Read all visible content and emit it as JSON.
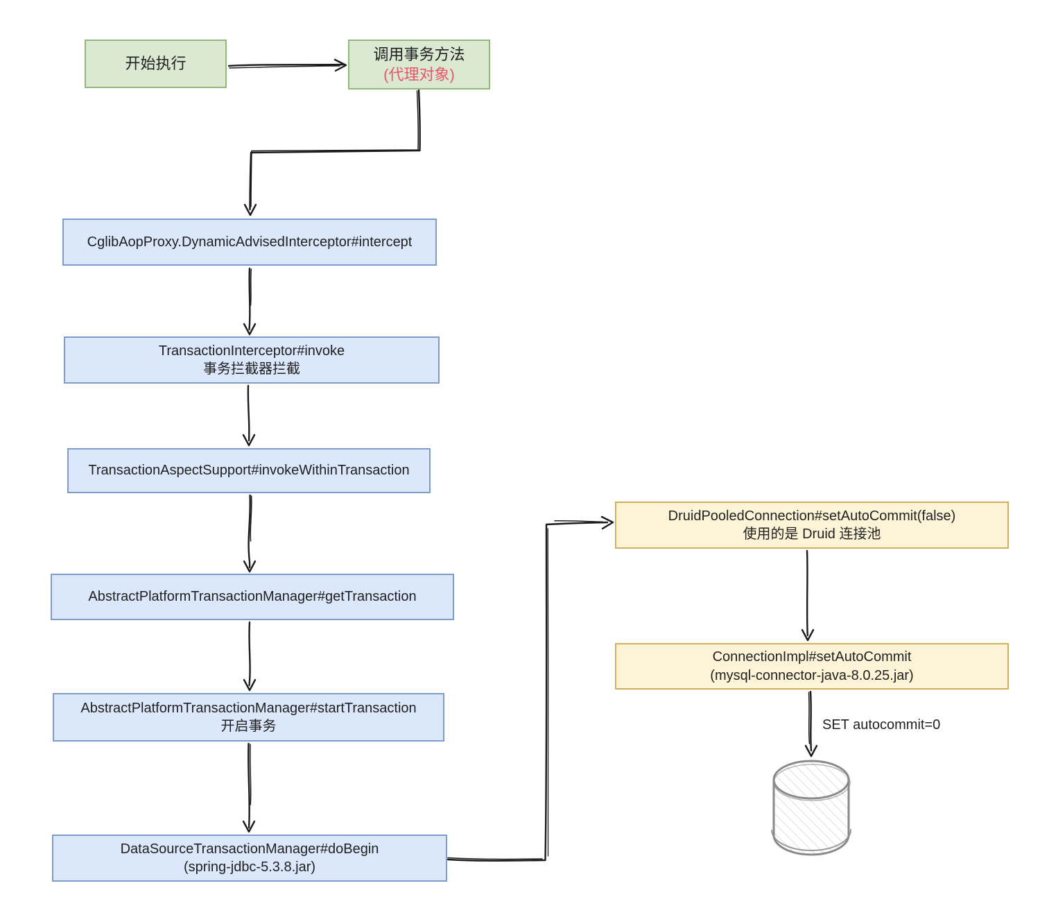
{
  "nodes": {
    "start": {
      "label": "开始执行"
    },
    "call_method": {
      "label": "调用事务方法",
      "sublabel": "(代理对象)"
    },
    "cglib_intercept": {
      "label": "CglibAopProxy.DynamicAdvisedInterceptor#intercept"
    },
    "tx_interceptor_invoke": {
      "label": "TransactionInterceptor#invoke",
      "sublabel": "事务拦截器拦截"
    },
    "invoke_within_tx": {
      "label": "TransactionAspectSupport#invokeWithinTransaction"
    },
    "get_transaction": {
      "label": "AbstractPlatformTransactionManager#getTransaction"
    },
    "start_transaction": {
      "label": "AbstractPlatformTransactionManager#startTransaction",
      "sublabel": "开启事务"
    },
    "do_begin": {
      "label": "DataSourceTransactionManager#doBegin",
      "sublabel": "(spring-jdbc-5.3.8.jar)"
    },
    "druid_set_autocommit": {
      "label": "DruidPooledConnection#setAutoCommit(false)",
      "sublabel": "使用的是 Druid 连接池"
    },
    "connectionimpl_set_autocommit": {
      "label": "ConnectionImpl#setAutoCommit",
      "sublabel": "(mysql-connector-java-8.0.25.jar)"
    },
    "database": {
      "icon_name": "database-cylinder-icon"
    }
  },
  "edge_labels": {
    "set_autocommit": "SET autocommit=0"
  },
  "colors": {
    "bg": "#ffffff",
    "text_color": "#1f1f1f",
    "green_fill": "#dbe8d2",
    "green_border": "#92b87b",
    "blue_fill": "#dbe7fa",
    "blue_border": "#7f9cc6",
    "yellow_fill": "#fdf4d7",
    "yellow_border": "#d0b058",
    "red_text": "#e8566a",
    "arrow_color": "#1b1b1b",
    "db_stroke": "#8a8a8a",
    "db_hatch": "#e4e4e4"
  }
}
